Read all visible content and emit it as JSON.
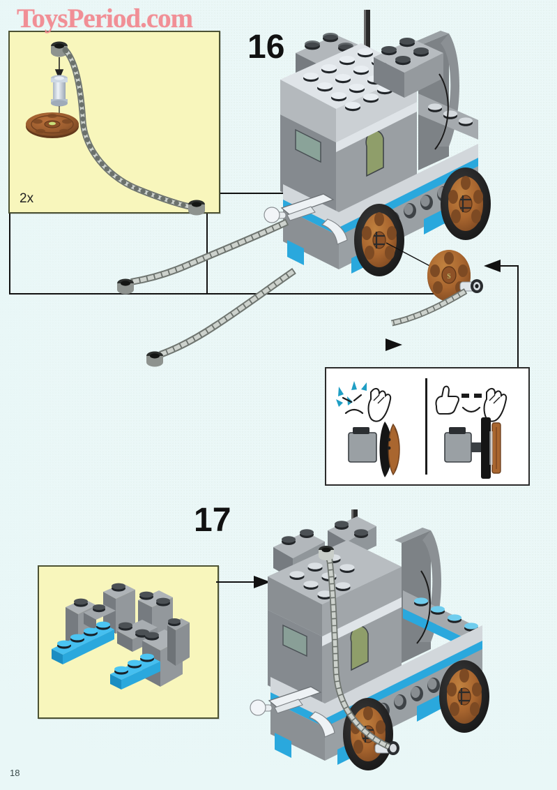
{
  "page": {
    "number": "18",
    "watermark": "ToysPeriod.com",
    "background_top_right": "#9ec32f",
    "background_bottom_left": "#e9f7f7",
    "parts_box_fill": "#f8f6bc",
    "parts_box_border": "#4c5233",
    "detail_box_fill": "#ffffff",
    "detail_box_border": "#2b2b2b"
  },
  "steps": [
    {
      "id": "step-16",
      "number": "16",
      "quantity_label": "2x",
      "parts_box": {
        "parts": [
          {
            "name": "chain-with-end-links",
            "color": "#b9bcb8"
          },
          {
            "name": "cylinder-axle-piece",
            "color": "#d6dde6"
          },
          {
            "name": "wheel-rim-brown",
            "color": "#9a5c2e"
          }
        ]
      },
      "model": {
        "name": "siege-tower-wagon",
        "colors": {
          "brick_gray": "#8d9296",
          "brick_light_gray": "#c9ced2",
          "stud_dark": "#2a2d30",
          "base_blue": "#2aa8dd",
          "wheel_brown": "#a9662f",
          "tire_black": "#1d1d1d",
          "mast_black": "#222222"
        }
      },
      "loose_wheel": {
        "name": "detached-wheel-rim",
        "color": "#a9662f"
      }
    },
    {
      "id": "step-17",
      "number": "17",
      "parts_box": {
        "parts": [
          {
            "name": "castle-brick-gray",
            "color": "#8d9296",
            "count": 5
          },
          {
            "name": "plate-1x4-blue",
            "color": "#2aa8dd",
            "count": 2
          }
        ]
      },
      "model": {
        "name": "siege-tower-wagon-with-wheels-and-chain",
        "colors": {
          "brick_gray": "#8d9296",
          "brick_light_gray": "#c9ced2",
          "base_blue": "#2aa8dd",
          "wheel_brown": "#a9662f",
          "tire_black": "#1d1d1d"
        }
      }
    }
  ],
  "detail_callout": {
    "name": "tire-mounting-detail",
    "panels": [
      {
        "id": "wrong-panel",
        "meaning": "incorrect",
        "face": "sad-face-icon",
        "hand": "hand-icon",
        "spark_color": "#1f9ec4",
        "description": "tire not seated on rim"
      },
      {
        "id": "correct-panel",
        "meaning": "correct",
        "face": "happy-face-icon",
        "hand": "thumbs-up-icon",
        "description": "tire correctly seated on rim"
      }
    ]
  },
  "arrows": [
    {
      "name": "arrow-step16-parts-to-model",
      "direction": "right"
    },
    {
      "name": "arrow-step16-chain-to-wheel",
      "direction": "right"
    },
    {
      "name": "arrow-detail-to-loose-wheel",
      "direction": "left"
    },
    {
      "name": "arrow-step17-parts-to-model",
      "direction": "right"
    }
  ]
}
